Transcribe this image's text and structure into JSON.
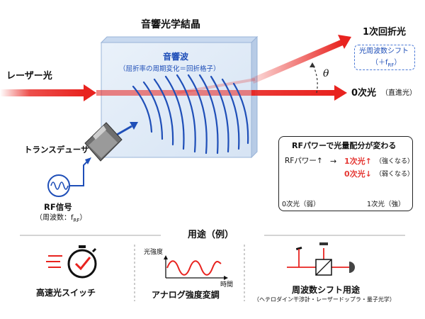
{
  "crystal": {
    "title": "音響光学結晶",
    "wave_label": "音響波",
    "wave_note": "（屈折率の周期変化＝回折格子）"
  },
  "beams": {
    "input_label": "レーザー光",
    "first_order_label": "1次回折光",
    "zero_order_label": "0次光",
    "zero_order_note": "（直進光）",
    "angle_symbol": "θ"
  },
  "freq_shift": {
    "line1": "光周波数シフト",
    "line2": "（＋f",
    "line2_sub": "RF",
    "line2_end": "）"
  },
  "transducer": {
    "label": "トランスデューサ"
  },
  "rf_signal": {
    "label": "RF信号",
    "note": "（周波数：f",
    "note_sub": "RF",
    "note_end": "）"
  },
  "rf_box": {
    "title": "RFパワーで光量配分が変わる",
    "rf_power": "RFパワー↑",
    "arrow": "→",
    "first": "1次光",
    "first_up": "↑",
    "first_note": "（強くなる）",
    "zero": "0次光",
    "zero_down": "↓",
    "zero_note": "（弱くなる）",
    "left_label": "0次光（弱）",
    "right_label": "1次光（強）"
  },
  "uses": {
    "title": "用途（例）",
    "items": [
      {
        "label": "高速光スイッチ"
      },
      {
        "label": "アナログ強度変調",
        "ylabel": "光強度",
        "xlabel": "時間"
      },
      {
        "label": "周波数シフト用途",
        "note": "（ヘテロダイン干渉計・レーザードップラ・量子光学）"
      }
    ]
  },
  "colors": {
    "beam_red": "#e8231f",
    "wave_blue": "#1f4fb8",
    "crystal_fill": "#dbe8f7"
  }
}
